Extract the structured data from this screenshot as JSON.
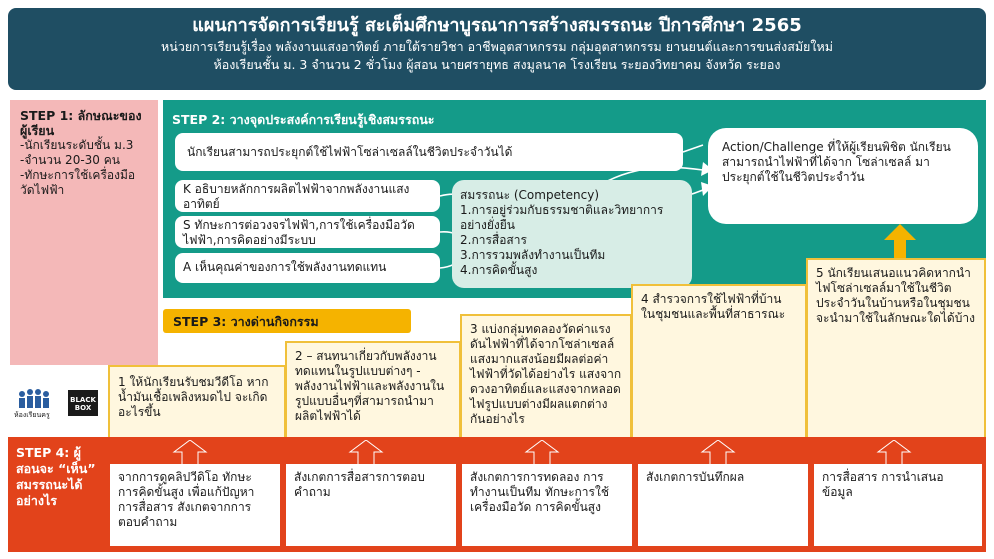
{
  "header": {
    "title": "แผนการจัดการเรียนรู้ สะเต็มศึกษาบูรณาการสร้างสมรรถนะ ปีการศึกษา 2565",
    "line2": "หน่วยการเรียนรู้เรื่อง พลังงานแสงอาทิตย์ ภายใต้รายวิชา อาชีพอุตสาหกรรม กลุ่มอุตสาหกรรม ยานยนต์และการขนส่งสมัยใหม่",
    "line3": "ห้องเรียนชั้น ม. 3 จำนวน 2 ชั่วโมง ผู้สอน นายศรายุทธ สงมูลนาค โรงเรียน ระยองวิทยาคม จังหวัด ระยอง"
  },
  "step1": {
    "title": "STEP 1: ลักษณะของผู้เรียน",
    "items": [
      "-นักเรียนระดับชั้น ม.3",
      "-จำนวน 20-30 คน",
      "-ทักษะการใช้เครื่องมือวัดไฟฟ้า"
    ]
  },
  "step2": {
    "title": "STEP 2: วางจุดประสงค์การเรียนรู้เชิงสมรรถนะ",
    "goal": "นักเรียนสามารถประยุกต์ใช้ไฟฟ้าโซล่าเซลล์ในชีวิตประจำวันได้",
    "k": "K อธิบายหลักการผลิตไฟฟ้าจากพลังงานแสงอาทิตย์",
    "s": "S ทักษะการต่อวงจรไฟฟ้า,การใช้เครื่องมือวัดไฟฟ้า,การคิดอย่างมีระบบ",
    "a": "A เห็นคุณค่าของการใช้พลังงานทดแทน",
    "competency_title": "สมรรถนะ (Competency)",
    "competencies": [
      "1.การอยู่ร่วมกับธรรมชาติและวิทยาการอย่างยั่งยืน",
      "2.การสื่อสาร",
      "3.การรวมพลังทำงานเป็นทีม",
      "4.การคิดขั้นสูง"
    ],
    "action": "Action/Challenge ที่ให้ผู้เรียนพิชิต นักเรียนสามารถนำไฟฟ้าที่ได้จาก โซล่าเซลล์ มาประยุกต์ใช้ในชีวิตประจำวัน"
  },
  "step3": {
    "title": "STEP 3: วางด่านกิจกรรม",
    "activities": [
      "1 ให้นักเรียนรับชมวีดีโอ หากน้ำมันเชื้อเพลิงหมดไป จะเกิดอะไรขึ้น",
      "2 – สนทนาเกี่ยวกับพลังงานทดแทนในรูปแบบต่างๆ - พลังงานไฟฟ้าและพลังงานในรูปแบบอื่นๆที่สามารถนำมาผลิตไฟฟ้าได้",
      "3 แบ่งกลุ่มทดลองวัดค่าแรงดันไฟฟ้าที่ได้จากโซล่าเซลล์ แสงมากแสงน้อยมีผลต่อค่าไฟฟ้าที่วัดได้อย่างไร แสงจากดวงอาทิตย์และแสงจากหลอดไฟรูปแบบต่างมีผลแตกต่างกันอย่างไร",
      "4 สำรวจการใช้ไฟฟ้าที่บ้าน ในชุมชนและพื้นที่สาธารณะ",
      "5 นักเรียนเสนอแนวคิดหากนำไฟโซล่าเซลล์มาใช้ในชีวิตประจำวันในบ้านหรือในชุมชน จะนำมาใช้ในลักษณะใดได้บ้าง"
    ]
  },
  "step4": {
    "title": "STEP 4: ผู้สอนจะ “เห็น” สมรรถนะได้อย่างไร",
    "observations": [
      "จากการดูคลิปวีดิโอ ทักษะการคิดขั้นสูง เพื่อแก้ปัญหา การสื่อสาร สังเกตจากการตอบคำถาม",
      "สังเกตการสื่อสารการตอบคำถาม",
      "สังเกตการการทดลอง การทำงานเป็นทีม ทักษะการใช้เครื่องมือวัด การคิดขั้นสูง",
      "สังเกตการบันทึกผล",
      "การสื่อสาร การนำเสนอข้อมูล"
    ]
  },
  "logos": {
    "left": "ห้องเรียนครู",
    "right": "BLACK BOX"
  },
  "colors": {
    "header": "#1f4e63",
    "step1": "#f4b8b8",
    "step2": "#149b89",
    "step3": "#f5b300",
    "step4": "#e2431b",
    "stair_border": "#f0c03a"
  }
}
